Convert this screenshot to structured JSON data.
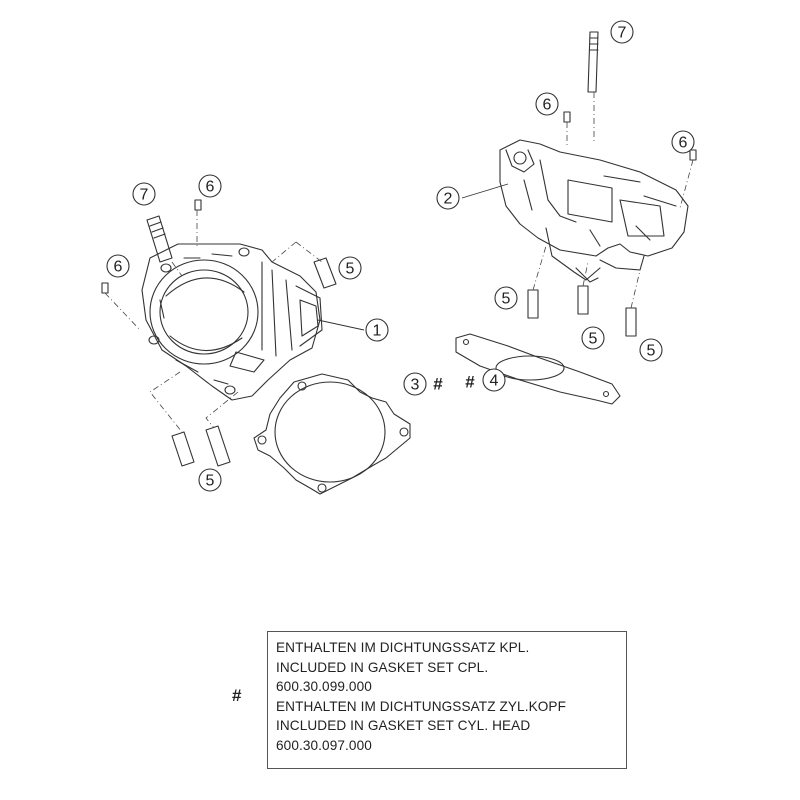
{
  "callouts": {
    "c1": "1",
    "c2": "2",
    "c3": "3",
    "c4": "4",
    "c5a": "5",
    "c5b": "5",
    "c5c": "5",
    "c5d": "5",
    "c5e": "5",
    "c6a": "6",
    "c6b": "6",
    "c6c": "6",
    "c6d": "6",
    "c7a": "7",
    "c7b": "7"
  },
  "hash_marks": {
    "part3": "#",
    "part4": "#"
  },
  "legend": {
    "marker": "#",
    "lines": [
      "ENTHALTEN IM DICHTUNGSSATZ KPL.",
      "INCLUDED IN GASKET SET CPL.",
      "600.30.099.000",
      "ENTHALTEN IM DICHTUNGSSATZ ZYL.KOPF",
      "INCLUDED IN GASKET SET CYL. HEAD",
      "600.30.097.000"
    ]
  }
}
